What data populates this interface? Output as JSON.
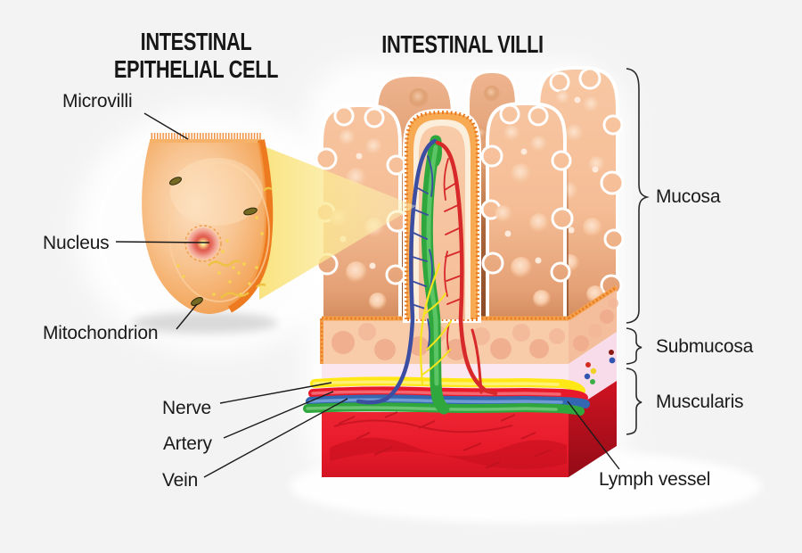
{
  "titles": {
    "left_line1": "INTESTINAL",
    "left_line2": "EPITHELIAL CELL",
    "right": "INTESTINAL VILLI"
  },
  "labels": {
    "microvilli": "Microvilli",
    "nucleus": "Nucleus",
    "mitochondrion": "Mitochondrion",
    "nerve": "Nerve",
    "artery": "Artery",
    "vein": "Vein",
    "lymph_vessel": "Lymph vessel",
    "mucosa": "Mucosa",
    "submucosa": "Submucosa",
    "muscularis": "Muscularis"
  },
  "palette": {
    "bg": "#f3f3f3",
    "textColor": "#1a1a1a",
    "villiPeach": "#f5bd96",
    "cellOrange": "#f3a75d",
    "epitheliumOrange": "#e87c1e",
    "nerveYellow": "#ffe816",
    "arteryRed": "#e8192b",
    "veinBlue": "#3467b1",
    "capillaryRed": "#d7282a",
    "capillaryBlue": "#3b4ea2",
    "lymphGreen": "#2fa73c",
    "muscularisRed": "#e91c2b",
    "submucosaPink": "#fae7ef",
    "beamYellow": "#f9e279"
  }
}
